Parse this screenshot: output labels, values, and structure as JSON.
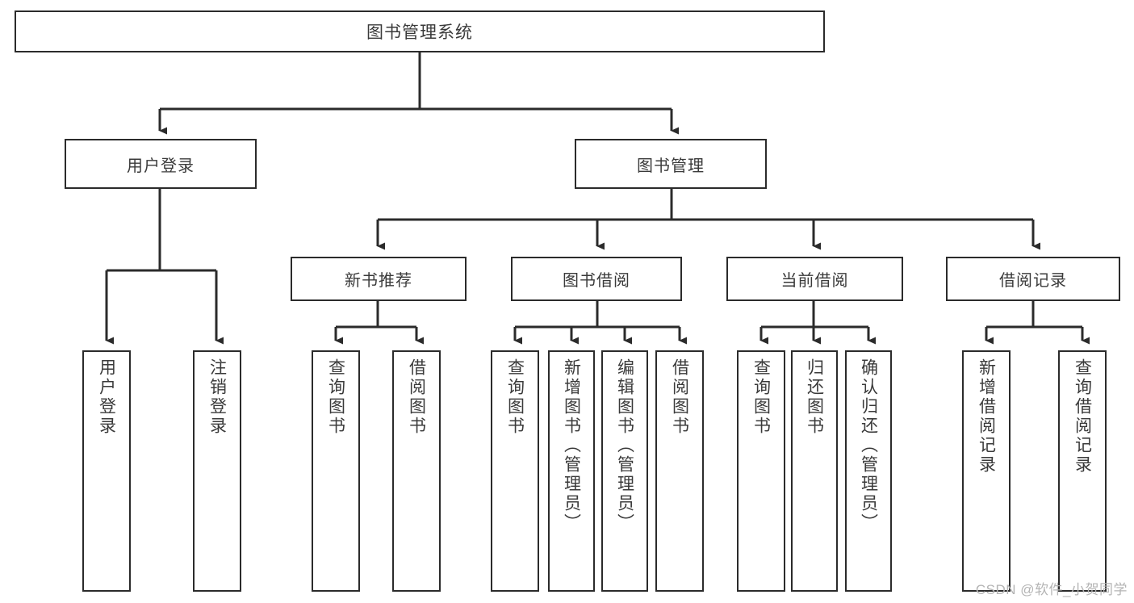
{
  "diagram": {
    "title": "图书管理系统",
    "root": {
      "id": "root",
      "label": "图书管理系统"
    },
    "level2": [
      {
        "id": "user-login",
        "label": "用户登录"
      },
      {
        "id": "book-manage",
        "label": "图书管理"
      }
    ],
    "level3": [
      {
        "id": "new-book-recommend",
        "label": "新书推荐"
      },
      {
        "id": "book-borrow",
        "label": "图书借阅"
      },
      {
        "id": "current-borrow",
        "label": "当前借阅"
      },
      {
        "id": "borrow-record",
        "label": "借阅记录"
      }
    ],
    "leaves": [
      {
        "id": "leaf-user-login",
        "label": "用户登录",
        "parent": "用户登录"
      },
      {
        "id": "leaf-user-logout",
        "label": "注销登录",
        "parent": "用户登录"
      },
      {
        "id": "leaf-query-book-1",
        "label": "查询图书",
        "parent": "新书推荐"
      },
      {
        "id": "leaf-borrow-book-1",
        "label": "借阅图书",
        "parent": "新书推荐"
      },
      {
        "id": "leaf-query-book-2",
        "label": "查询图书",
        "parent": "图书借阅"
      },
      {
        "id": "leaf-add-book",
        "label": "新增图书（管理员）",
        "parent": "图书借阅"
      },
      {
        "id": "leaf-edit-book",
        "label": "编辑图书（管理员）",
        "parent": "图书借阅"
      },
      {
        "id": "leaf-borrow-book-2",
        "label": "借阅图书",
        "parent": "图书借阅"
      },
      {
        "id": "leaf-query-book-3",
        "label": "查询图书",
        "parent": "当前借阅"
      },
      {
        "id": "leaf-return-book",
        "label": "归还图书",
        "parent": "当前借阅"
      },
      {
        "id": "leaf-confirm-return",
        "label": "确认归还（管理员）",
        "parent": "当前借阅"
      },
      {
        "id": "leaf-add-borrow-record",
        "label": "新增借阅记录",
        "parent": "借阅记录"
      },
      {
        "id": "leaf-query-borrow-record",
        "label": "查询借阅记录",
        "parent": "借阅记录"
      }
    ],
    "watermark": "CSDN @软件_小贺同学",
    "colors": {
      "border": "#2b2b2b",
      "text": "#3a3a3a",
      "background": "#ffffff",
      "watermark": "#b4b4b4"
    }
  }
}
